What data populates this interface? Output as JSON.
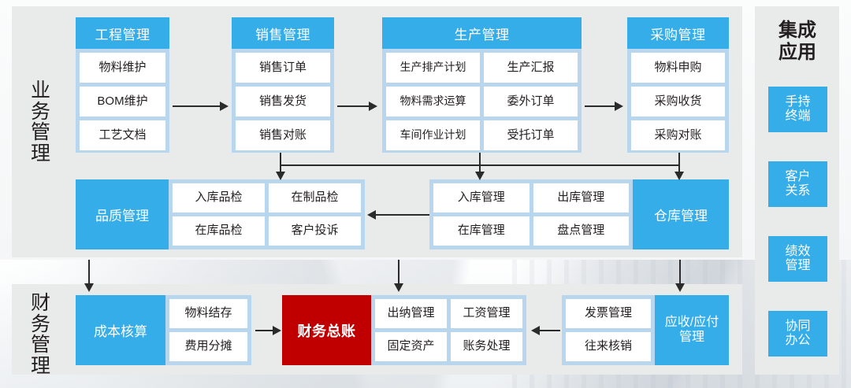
{
  "sections": {
    "business": {
      "title": "业务管理"
    },
    "finance": {
      "title": "财务管理"
    },
    "apps": {
      "title": "集成应用"
    }
  },
  "colors": {
    "accent_blue": "#35ade8",
    "card_body_blue": "#b9d6ef",
    "panel_gray": "#e9eaea",
    "ledger_red": "#c00000",
    "chip_white": "#ffffff",
    "text_dark": "#231f20",
    "connector": "#2b2b2b"
  },
  "cards": {
    "engineering": {
      "head": "工程管理",
      "items": [
        "物料维护",
        "BOM维护",
        "工艺文档"
      ]
    },
    "sales": {
      "head": "销售管理",
      "items": [
        "销售订单",
        "销售发货",
        "销售对账"
      ]
    },
    "production": {
      "head": "生产管理",
      "items": [
        "生产排产计划",
        "生产汇报",
        "物料需求运算",
        "委外订单",
        "车间作业计划",
        "受托订单"
      ]
    },
    "purchase": {
      "head": "采购管理",
      "items": [
        "物料申购",
        "采购收货",
        "采购对账"
      ]
    },
    "quality": {
      "head": "品质管理",
      "items": [
        "入库品检",
        "在制品检",
        "在库品检",
        "客户投诉"
      ]
    },
    "warehouse": {
      "head": "仓库管理",
      "items": [
        "入库管理",
        "出库管理",
        "在库管理",
        "盘点管理"
      ]
    },
    "cost": {
      "head": "成本核算",
      "items": [
        "物料结存",
        "费用分摊"
      ]
    },
    "ledger": {
      "head": "财务总账"
    },
    "general_ledger": {
      "items": [
        "出纳管理",
        "工资管理",
        "固定资产",
        "账务处理"
      ]
    },
    "receivable": {
      "head": "应收/应付管理",
      "items": [
        "发票管理",
        "往来核销"
      ]
    }
  },
  "apps": {
    "tiles": [
      {
        "label": "手持终端"
      },
      {
        "label": "客户关系"
      },
      {
        "label": "绩效管理"
      },
      {
        "label": "协同办公"
      }
    ]
  }
}
